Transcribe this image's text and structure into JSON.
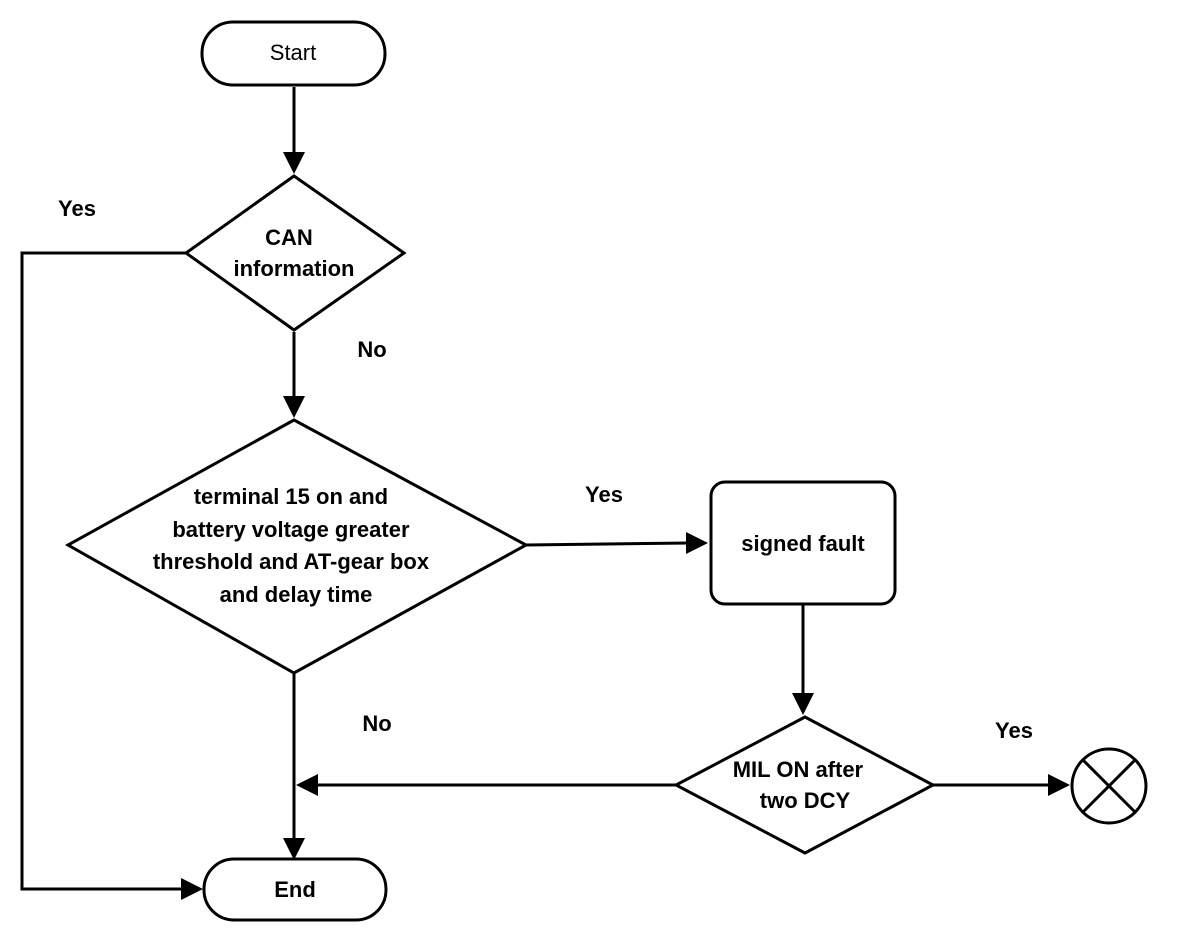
{
  "nodes": {
    "start": {
      "label": "Start"
    },
    "can_decision": {
      "lines": [
        "CAN",
        "information"
      ]
    },
    "terminal_decision": {
      "lines": [
        "terminal 15 on and",
        "battery voltage greater",
        "threshold and AT-gear box",
        "and delay time"
      ]
    },
    "signed_fault": {
      "label": "signed fault"
    },
    "mil_decision": {
      "lines": [
        "MIL ON after",
        "two DCY"
      ]
    },
    "end": {
      "label": "End"
    }
  },
  "edges": {
    "can_yes": "Yes",
    "can_no": "No",
    "terminal_yes": "Yes",
    "terminal_no": "No",
    "mil_yes": "Yes"
  }
}
